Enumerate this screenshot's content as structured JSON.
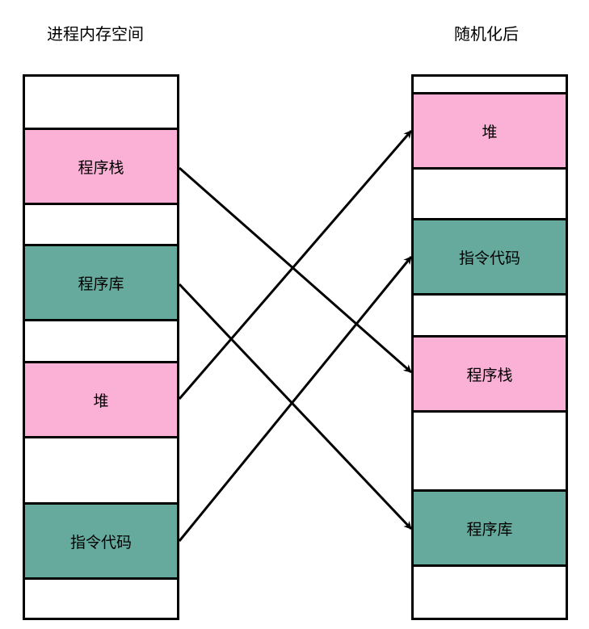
{
  "titles": {
    "left": "进程内存空间",
    "right": "随机化后"
  },
  "colors": {
    "pink": "#fbb1d6",
    "teal": "#66aa9d",
    "border": "#000000"
  },
  "left_blocks": [
    {
      "label": "程序栈",
      "color": "pink"
    },
    {
      "label": "程序库",
      "color": "teal"
    },
    {
      "label": "堆",
      "color": "pink"
    },
    {
      "label": "指令代码",
      "color": "teal"
    }
  ],
  "right_blocks": [
    {
      "label": "堆",
      "color": "pink"
    },
    {
      "label": "指令代码",
      "color": "teal"
    },
    {
      "label": "程序栈",
      "color": "pink"
    },
    {
      "label": "程序库",
      "color": "teal"
    }
  ]
}
